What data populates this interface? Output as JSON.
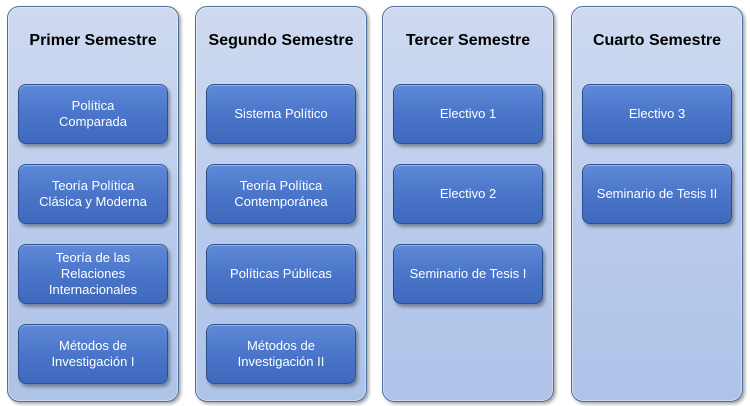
{
  "semesters": [
    {
      "title": "Primer Semestre",
      "courses": [
        [
          "Política",
          "Comparada"
        ],
        [
          "Teoría Política",
          "Clásica y Moderna"
        ],
        [
          "Teoría de las",
          "Relaciones",
          "Internacionales"
        ],
        [
          "Métodos de",
          "Investigación I"
        ]
      ]
    },
    {
      "title": "Segundo Semestre",
      "courses": [
        [
          "Sistema Político"
        ],
        [
          "Teoría Política",
          "Contemporánea"
        ],
        [
          "Políticas Públicas"
        ],
        [
          "Métodos de",
          "Investigación II"
        ]
      ]
    },
    {
      "title": "Tercer Semestre",
      "courses": [
        [
          "Electivo 1"
        ],
        [
          "Electivo 2"
        ],
        [
          "Seminario de Tesis I"
        ]
      ]
    },
    {
      "title": "Cuarto Semestre",
      "courses": [
        [
          "Electivo 3"
        ],
        [
          "Seminario de Tesis II"
        ]
      ]
    }
  ],
  "colors": {
    "column_fill": "#b9cbec",
    "column_border": "#4e6f9a",
    "course_fill": "#4a75c9",
    "course_border": "#2d4f8e",
    "course_text": "#ffffff"
  }
}
